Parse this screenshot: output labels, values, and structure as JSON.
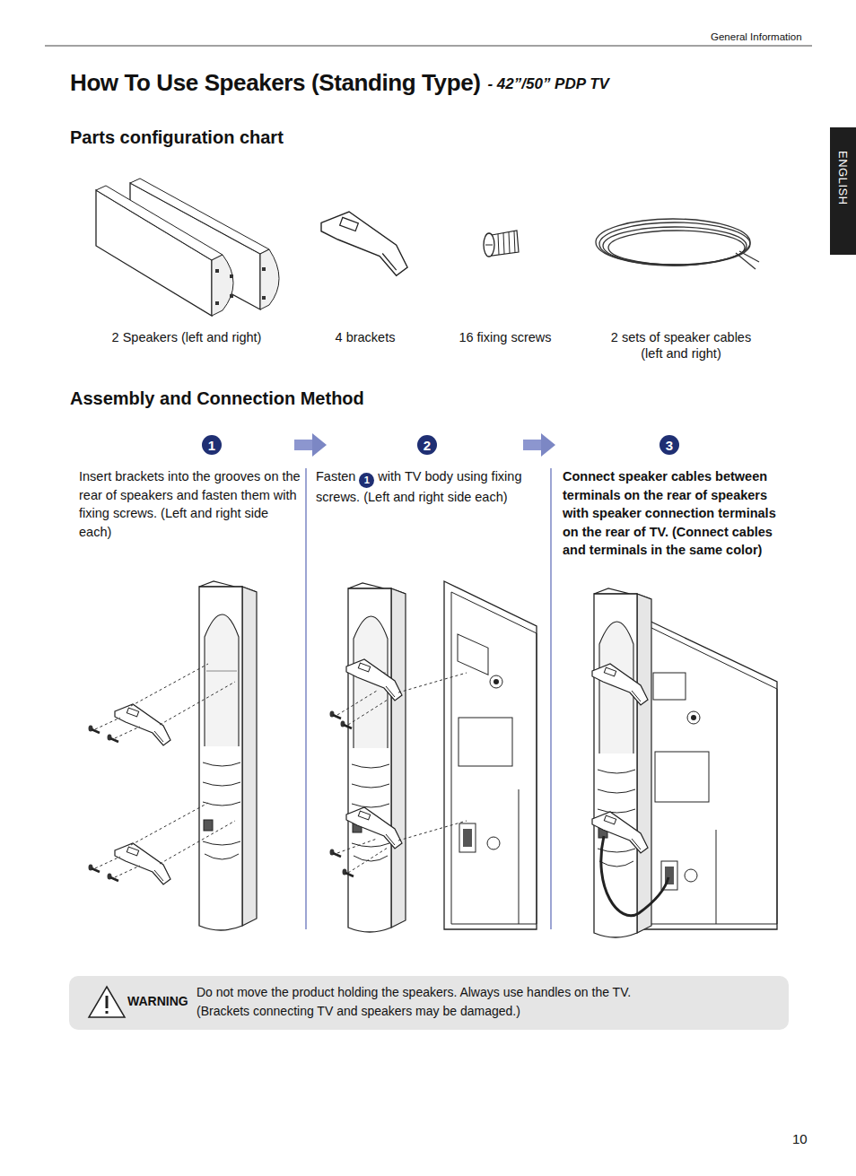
{
  "diagram": {
    "title": "How To Use Speakers (Standing Type)",
    "nodes": [
      {
        "text": [
          "ENGLISH"
        ]
      },
      {
        "text": [
          "1"
        ]
      },
      {
        "text": [
          "2"
        ]
      },
      {
        "text": [
          "3"
        ]
      },
      {
        "text": [
          "1"
        ]
      },
      {
        "text": [
          "WARNING",
          "Do not move the product holding the speakers. Always use handles on the TV. (Brackets connecting TV and speakers may be damaged.)"
        ]
      }
    ],
    "edges": [
      {
        "from": 1,
        "to": 2,
        "arrow": "to"
      },
      {
        "from": 2,
        "to": 3,
        "arrow": "to"
      }
    ],
    "labels": [
      "General Information",
      "- 42”/50” PDP TV",
      "Parts configuration chart",
      "2 Speakers (left and right)",
      "4 brackets",
      "16 fixing screws",
      "2 sets of speaker cables (left and right)",
      "Assembly and Connection Method",
      "Insert brackets into the grooves on the rear of speakers and fasten them with fixing screws. (Left and right side each)",
      "Fasten",
      "with TV body using fixing screws. (Left and right side each)",
      "Connect speaker cables between terminals on the rear of speakers with speaker connection terminals on the rear of TV. (Connect cables and terminals in the same color)",
      "10"
    ]
  }
}
